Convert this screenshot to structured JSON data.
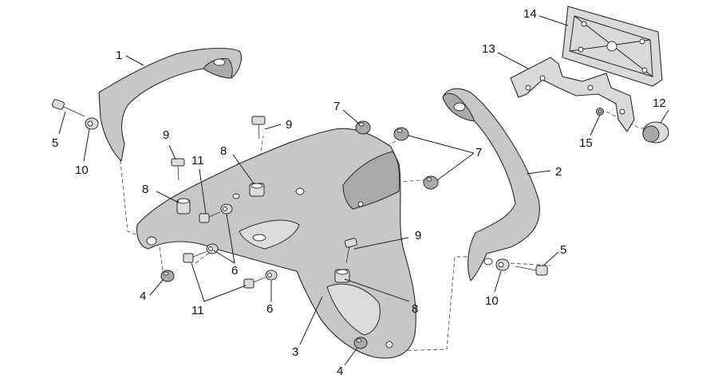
{
  "callouts": {
    "c1": "1",
    "c2": "2",
    "c3": "3",
    "c4a": "4",
    "c4b": "4",
    "c5a": "5",
    "c5b": "5",
    "c6a": "6",
    "c6b": "6",
    "c7a": "7",
    "c7b": "7",
    "c8a": "8",
    "c8b": "8",
    "c8c": "8",
    "c9a": "9",
    "c9b": "9",
    "c9c": "9",
    "c10a": "10",
    "c10b": "10",
    "c11a": "11",
    "c11b": "11",
    "c12": "12",
    "c13": "13",
    "c14": "14",
    "c15": "15"
  },
  "colors": {
    "part_fill": "#c7c7c7",
    "line": "#2a2a2a",
    "background": "#ffffff"
  }
}
